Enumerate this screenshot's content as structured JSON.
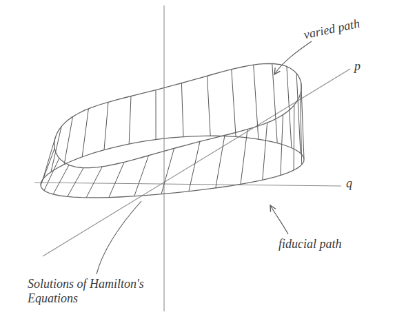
{
  "diagram": {
    "labels": [
      "varied path",
      "p",
      "q",
      "Solutions of Hamilton's Equations",
      "fiducial path"
    ]
  }
}
